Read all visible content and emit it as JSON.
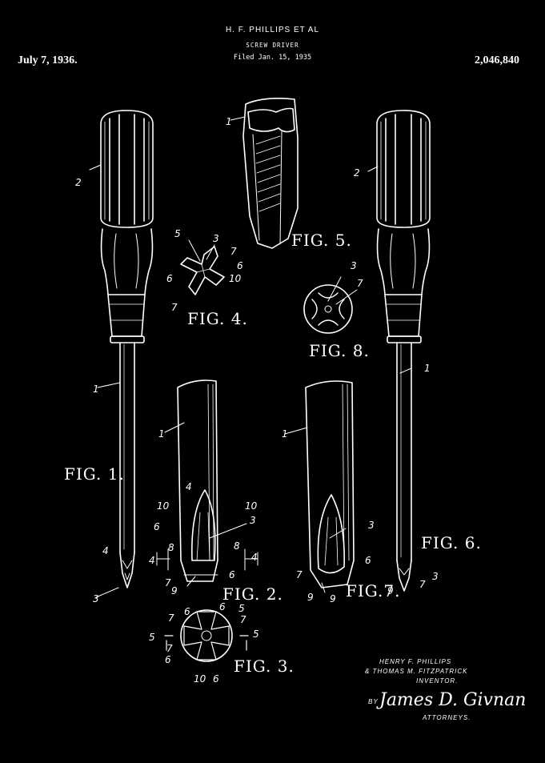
{
  "header": {
    "inventors": "H. F. PHILLIPS ET AL",
    "title": "SCREW DRIVER",
    "filed": "Filed Jan. 15, 1935",
    "date": "July 7, 1936.",
    "patent_number": "2,046,840"
  },
  "figures": {
    "fig1": "FIG. 1.",
    "fig2": "FIG. 2.",
    "fig3": "FIG. 3.",
    "fig4": "FIG. 4.",
    "fig5": "FIG. 5.",
    "fig6": "FIG. 6.",
    "fig7": "FIG.7.",
    "fig8": "FIG. 8."
  },
  "signature": {
    "names": "HENRY F. PHILLIPS",
    "names2": "& THOMAS M. FITZPATRICK",
    "inventor_label": "INVENTOR.",
    "by": "BY",
    "attorney_sig": "James D. Givnan",
    "attorneys_label": "ATTORNEYS."
  },
  "ref_numerals": [
    "1",
    "2",
    "3",
    "4",
    "5",
    "6",
    "7",
    "8",
    "9",
    "10"
  ]
}
